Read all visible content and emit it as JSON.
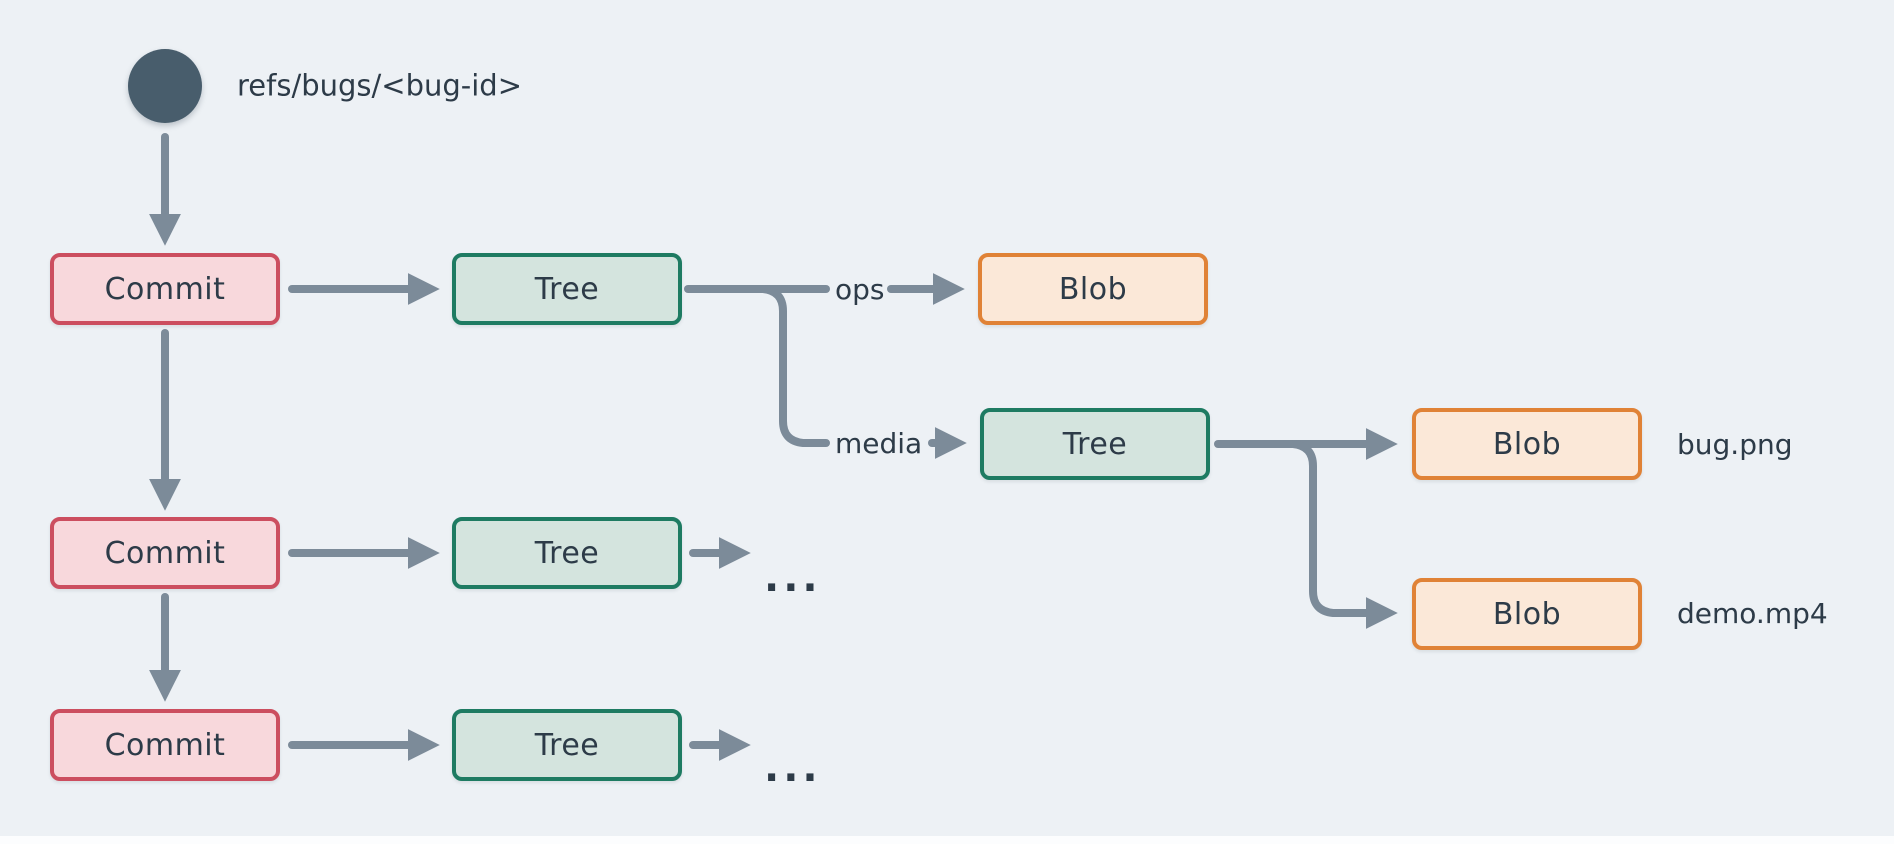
{
  "ref": {
    "label": "refs/bugs/<bug-id>"
  },
  "nodes": {
    "commit1": {
      "label": "Commit"
    },
    "commit2": {
      "label": "Commit"
    },
    "commit3": {
      "label": "Commit"
    },
    "tree1": {
      "label": "Tree"
    },
    "tree2": {
      "label": "Tree"
    },
    "tree3": {
      "label": "Tree"
    },
    "blob_ops": {
      "label": "Blob"
    },
    "tree_media": {
      "label": "Tree"
    },
    "blob_bug": {
      "label": "Blob"
    },
    "blob_demo": {
      "label": "Blob"
    }
  },
  "edge_labels": {
    "ops": "ops",
    "media": "media"
  },
  "file_labels": {
    "bug": "bug.png",
    "demo": "demo.mp4"
  },
  "ellipsis": "...",
  "colors": {
    "background": "#edf1f5",
    "connector": "#7c8b99",
    "text": "#2d3b48",
    "ref_dot": "#485d6c",
    "commit_fill": "#f8d8dc",
    "commit_border": "#cc4e5f",
    "tree_fill": "#d4e4de",
    "tree_border": "#1e7b62",
    "blob_fill": "#fbe8d8",
    "blob_border": "#e08236"
  }
}
